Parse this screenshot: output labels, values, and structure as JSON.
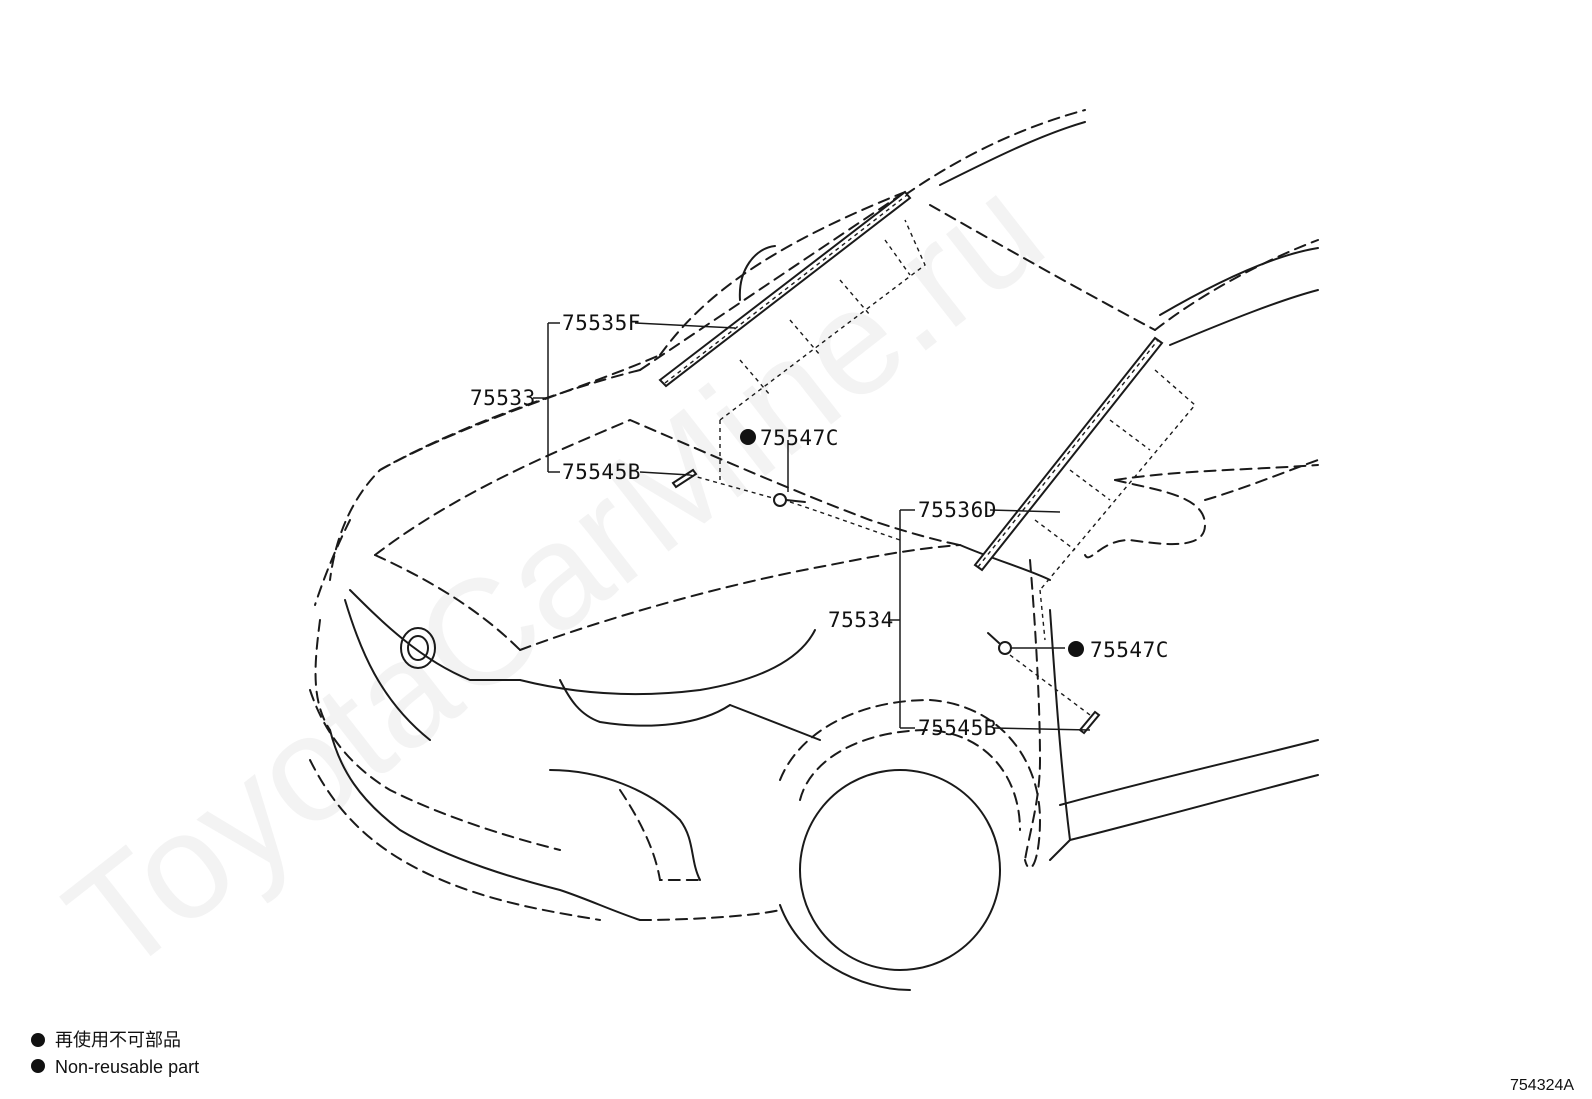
{
  "labels": {
    "molding_assy_left": "75533",
    "molding_upper_left": "75535F",
    "clip_left": "75547C",
    "retainer_left": "75545B",
    "molding_assy_right": "75534",
    "molding_upper_right": "75536D",
    "clip_right": "75547C",
    "retainer_right": "75545B"
  },
  "legend": {
    "jp": "再使用不可部品",
    "en": "Non-reusable part"
  },
  "watermark": "ToyotaCarMine.ru",
  "reference": "754324A"
}
